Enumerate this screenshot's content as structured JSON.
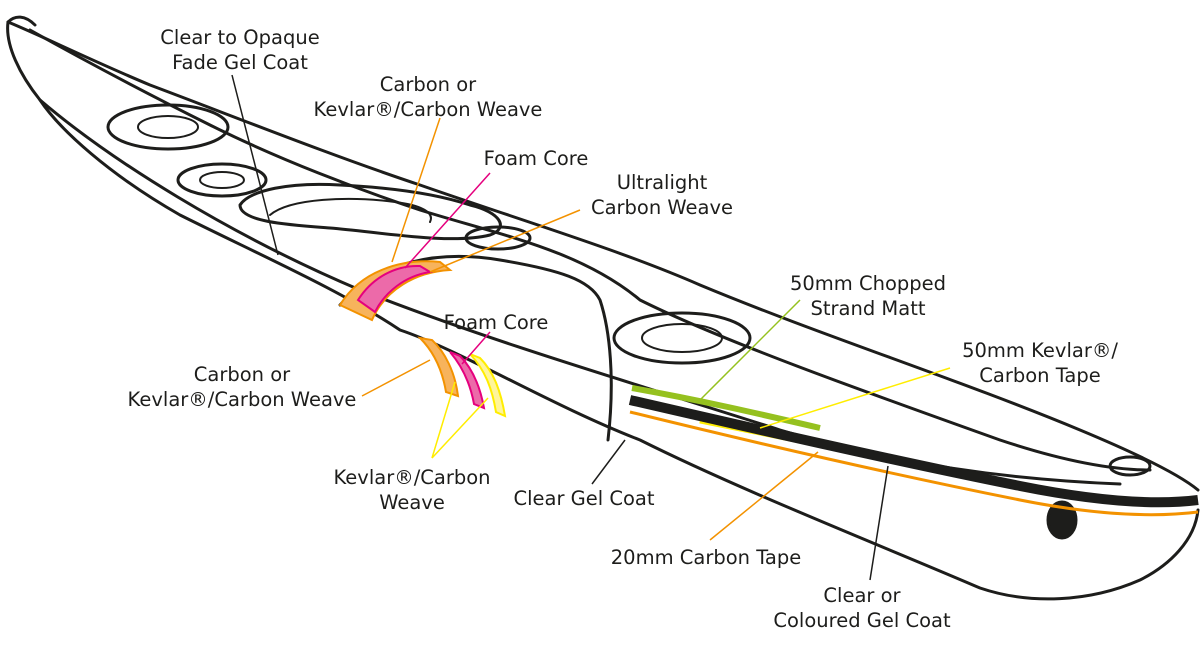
{
  "diagram": {
    "colors": {
      "outline": "#1d1d1b",
      "carbon_weave": "#f39200",
      "carbon_weave_fill": "#f7b35c",
      "foam_core": "#e5007e",
      "foam_core_fill": "#ec6aa9",
      "kevlar_weave": "#ffed00",
      "chopped_strand": "#95c11f",
      "kevlar_tape": "#ffed00",
      "gel_coat_band": "#1d1d1b"
    },
    "labels": {
      "fade_gel_coat": {
        "line1": "Clear to Opaque",
        "line2": "Fade Gel Coat"
      },
      "carbon_weave_top": {
        "line1": "Carbon or",
        "line2": "Kevlar®/Carbon Weave"
      },
      "foam_core_top": {
        "line1": "Foam Core"
      },
      "ultralight_carbon": {
        "line1": "Ultralight",
        "line2": "Carbon Weave"
      },
      "chopped_strand": {
        "line1": "50mm Chopped",
        "line2": "Strand Matt"
      },
      "kevlar_tape": {
        "line1": "50mm Kevlar®/",
        "line2": "Carbon Tape"
      },
      "foam_core_hull": {
        "line1": "Foam Core"
      },
      "carbon_weave_hull": {
        "line1": "Carbon or",
        "line2": "Kevlar®/Carbon Weave"
      },
      "kevlar_weave": {
        "line1": "Kevlar®/Carbon",
        "line2": "Weave"
      },
      "clear_gel_coat": {
        "line1": "Clear Gel Coat"
      },
      "carbon_tape": {
        "line1": "20mm Carbon Tape"
      },
      "coloured_gel_coat": {
        "line1": "Clear  or",
        "line2": "Coloured Gel Coat"
      }
    }
  }
}
